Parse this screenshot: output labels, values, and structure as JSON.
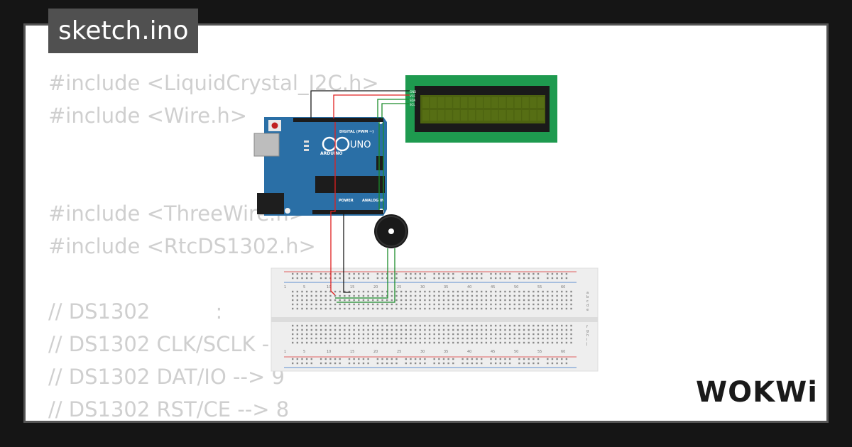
{
  "tab": {
    "filename": "sketch.ino"
  },
  "code_lines": [
    "#include <LiquidCrystal_I2C.h>",
    "#include <Wire.h>",
    "",
    "",
    "#include <ThreeWire.h>",
    "#include <RtcDS1302.h>",
    "",
    "// DS1302          :",
    "// DS1302 CLK/SCLK -",
    "// DS1302 DAT/IO --> 9",
    "// DS1302 RST/CE --> 8"
  ],
  "arduino": {
    "brand": "ARDUINO",
    "model": "UNO",
    "digital_label": "DIGITAL (PWM ~)",
    "analog_label": "ANALOG IN",
    "power_label": "POWER"
  },
  "lcd": {
    "pins": [
      "GND",
      "VCC",
      "SDA",
      "SCL"
    ]
  },
  "breadboard": {
    "column_labels": [
      "1",
      "5",
      "10",
      "15",
      "20",
      "25",
      "30",
      "35",
      "40",
      "45",
      "50",
      "55",
      "60"
    ],
    "row_labels_top": [
      "a",
      "b",
      "c",
      "d",
      "e"
    ],
    "row_labels_bottom": [
      "f",
      "g",
      "h",
      "i",
      "j"
    ]
  },
  "logo": {
    "text": "WOKWi"
  },
  "colors": {
    "background": "#151515",
    "card": "#ffffff",
    "code_text": "#cfcfcf",
    "tab_bg": "#505050",
    "arduino_blue": "#2a6fa6",
    "lcd_green": "#1e9a4f",
    "wire_red": "#e02020",
    "wire_green": "#1a8c2a"
  }
}
